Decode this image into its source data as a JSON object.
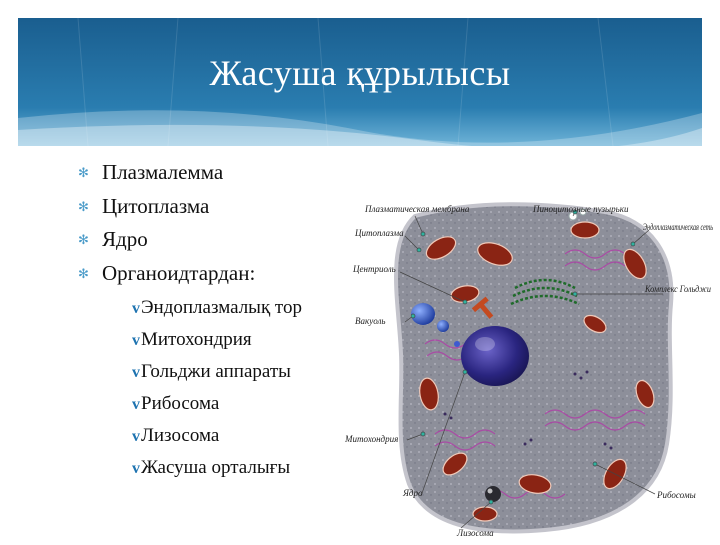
{
  "slide": {
    "title": "Жасуша құрылысы",
    "bullets": [
      "Плазмалемма",
      "Цитоплазма",
      "Ядро",
      "Органоидтардан:"
    ],
    "sub_items": [
      "Эндоплазмалық тор",
      "Митохондрия",
      "Гольджи аппараты",
      "Рибосома",
      "Лизосома",
      "Жасуша орталығы"
    ]
  },
  "diagram": {
    "labels": {
      "plasma_membrane": "Плазматическая мембрана",
      "cytoplasm": "Цитоплазма",
      "centriole": "Центриоль",
      "vacuole": "Вакуоль",
      "mitochondria": "Митохондрия",
      "nucleus": "Ядро",
      "lysosome": "Лизосома",
      "pinocytic_vesicles": "Пиноцитозные пузырьки",
      "er": "Эндоплазматическая сеть",
      "golgi": "Комплекс Гольджи",
      "ribosomes": "Рибосомы"
    },
    "colors": {
      "cell_body": "#8d8f9a",
      "nucleus": "#2a2580",
      "mitochondria": "#8a2414",
      "golgi": "#1f6b2a"
    }
  },
  "theme": {
    "banner_color": "#1e6a9a",
    "accent": "#4a9bc9"
  }
}
